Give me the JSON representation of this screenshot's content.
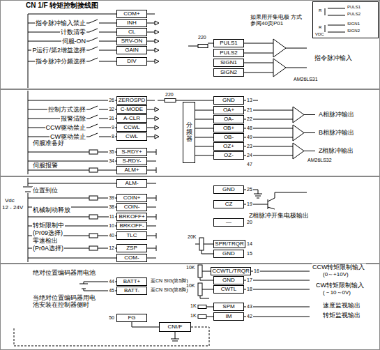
{
  "diagram": {
    "title": "CN 1/F 转矩控制接线图",
    "nodes": [
      {
        "text": [
          "COM+"
        ]
      },
      {
        "text": [
          "INH"
        ]
      },
      {
        "text": [
          "CL"
        ]
      },
      {
        "text": [
          "SRV-ON"
        ]
      },
      {
        "text": [
          "GAIN"
        ]
      },
      {
        "text": [
          "DIV"
        ]
      },
      {
        "text": [
          "PULS1"
        ]
      },
      {
        "text": [
          "PULS2"
        ]
      },
      {
        "text": [
          "SIGN1"
        ]
      },
      {
        "text": [
          "SIGN2"
        ]
      },
      {
        "text": [
          "ZEROSPD"
        ]
      },
      {
        "text": [
          "C-MODE"
        ]
      },
      {
        "text": [
          "A-CLR"
        ]
      },
      {
        "text": [
          "CCWL"
        ]
      },
      {
        "text": [
          "CWL"
        ]
      },
      {
        "text": [
          "S-RDY+"
        ]
      },
      {
        "text": [
          "S-RDY-"
        ]
      },
      {
        "text": [
          "ALM+"
        ]
      },
      {
        "text": [
          "分频器"
        ]
      },
      {
        "text": [
          "GND"
        ]
      },
      {
        "text": [
          "OA+"
        ]
      },
      {
        "text": [
          "OA-"
        ]
      },
      {
        "text": [
          "OB+"
        ]
      },
      {
        "text": [
          "OB-"
        ]
      },
      {
        "text": [
          "OZ+"
        ]
      },
      {
        "text": [
          "OZ-"
        ]
      },
      {
        "text": [
          "ALM-"
        ]
      },
      {
        "text": [
          "COIN+"
        ]
      },
      {
        "text": [
          "COIN-"
        ]
      },
      {
        "text": [
          "BRKOFF+"
        ]
      },
      {
        "text": [
          "BRKOFF-"
        ]
      },
      {
        "text": [
          "TLC"
        ]
      },
      {
        "text": [
          "ZSP"
        ]
      },
      {
        "text": [
          "COM-"
        ]
      },
      {
        "text": [
          "GND"
        ]
      },
      {
        "text": [
          "CZ"
        ]
      },
      {
        "text": [
          "—"
        ]
      },
      {
        "text": [
          "SPR/TRQR"
        ]
      },
      {
        "text": [
          "GND"
        ]
      },
      {
        "text": [
          "BATT+"
        ]
      },
      {
        "text": [
          "BATT-"
        ]
      },
      {
        "text": [
          "FG"
        ]
      },
      {
        "text": [
          "CCWTL/TRQR"
        ]
      },
      {
        "text": [
          "GND"
        ]
      },
      {
        "text": [
          "CWTL"
        ]
      },
      {
        "text": [
          "SPM"
        ]
      },
      {
        "text": [
          "IM"
        ]
      },
      {
        "text": [
          "CNI/F"
        ]
      }
    ],
    "edges": [
      {
        "from": 18,
        "to": 20,
        "arrow": "none"
      },
      {
        "from": 18,
        "to": 21,
        "arrow": "none"
      },
      {
        "from": 18,
        "to": 22,
        "arrow": "none"
      },
      {
        "from": 18,
        "to": 23,
        "arrow": "none"
      },
      {
        "from": 18,
        "to": 24,
        "arrow": "none"
      },
      {
        "from": 18,
        "to": 25,
        "arrow": "none"
      },
      {
        "from": 41,
        "to": 47,
        "arrow": "none"
      }
    ],
    "labels": [
      "指令脉冲输入禁止",
      "计数清零",
      "伺服-ON",
      "P运行/第2增益选择",
      "指令脉冲分频选择",
      "控制方式选择",
      "报警清除",
      "CCW驱动禁止",
      "CW驱动禁止",
      "伺服准备好",
      "伺服报警",
      "Vdc",
      "12 - 24V",
      "位置到位",
      "机械制动释放",
      "转矩限制中",
      "(Pr09选择)",
      "零速检出",
      "(Pr0A选择)",
      "绝对位置编码器用电池",
      "当绝对位置编码器用电 池安装在控制器侧时",
      "至CN SIG(第5脚)",
      "至CN SIG(第8脚)",
      "26",
      "32",
      "31",
      "9",
      "8",
      "35",
      "34",
      "39",
      "38",
      "11",
      "10",
      "40",
      "12",
      "44",
      "45",
      "50",
      "13",
      "21",
      "22",
      "48",
      "49",
      "23",
      "24",
      "47",
      "25",
      "19",
      "20",
      "14",
      "15",
      "16",
      "17",
      "18",
      "43",
      "42",
      "如果用开集电极 方式参阅40页P01",
      "220",
      "指令脉冲输入",
      "AM26LS31",
      "PULS1",
      "PULS2",
      "SIGN1",
      "SIGN2",
      "R",
      "R",
      "VDC",
      "220",
      "A相脉冲输出",
      "B相脉冲输出",
      "AM26LS32",
      "Z相脉冲输出",
      "Z相脉冲开集电极输出",
      "20K",
      "10K",
      "10K",
      "1K",
      "1K",
      "CCW转矩限制输入",
      "(0～+10V)",
      "CW转矩限制输入",
      "(－10～0V)",
      "速度监视输出",
      "转矩监视输出"
    ]
  }
}
